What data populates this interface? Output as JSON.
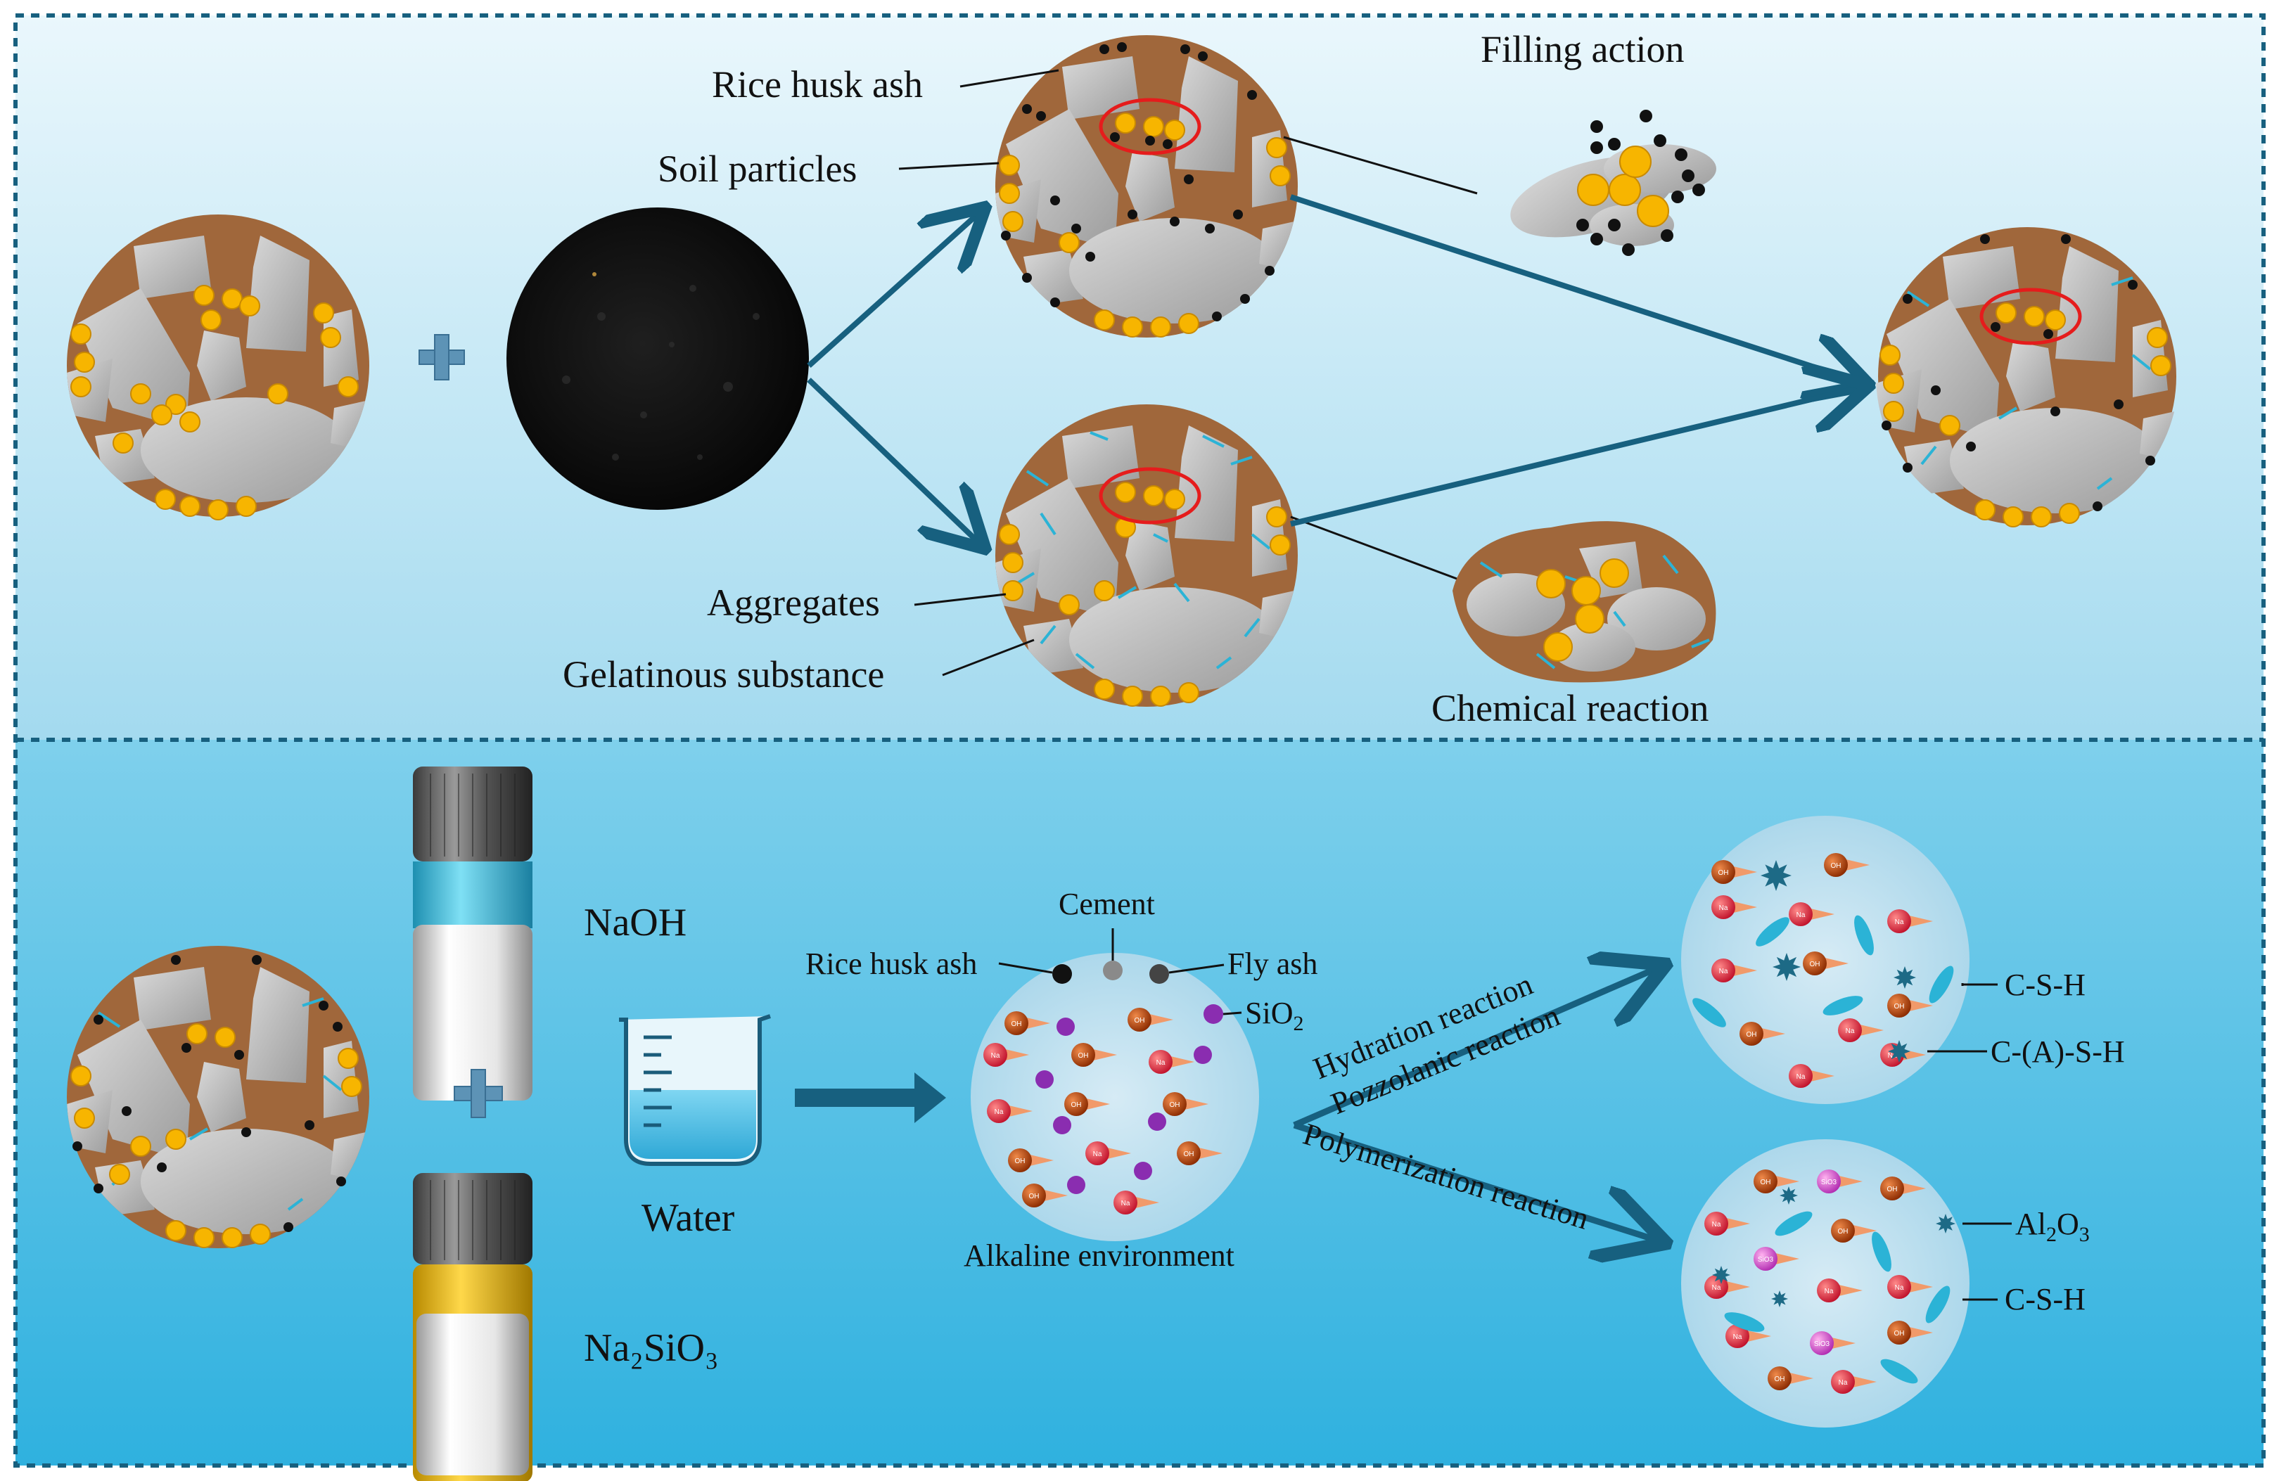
{
  "top_panel": {
    "labels": {
      "rice_husk_ash": "Rice husk ash",
      "soil_particles": "Soil particles",
      "filling_action": "Filling action",
      "aggregates": "Aggregates",
      "gelatinous_substance": "Gelatinous substance",
      "chemical_reaction": "Chemical reaction"
    }
  },
  "bottom_panel": {
    "labels": {
      "naoh": "NaOH",
      "na2sio3": "Na₂SiO₃",
      "water": "Water",
      "cement": "Cement",
      "rice_husk_ash": "Rice husk ash",
      "fly_ash": "Fly ash",
      "sio2": "SiO",
      "sio2_sub": "2",
      "alkaline_environment": "Alkaline environment",
      "hydration_reaction": "Hydration reaction",
      "pozzolanic_reaction": "Pozzolanic reaction",
      "polymerization_reaction": "Polymerization reaction",
      "csh_1": "C-S-H",
      "casH": "C-(A)-S-H",
      "al2o3": "Al",
      "al2o3_sub": "2",
      "al2o3_tail": "O",
      "al2o3_sub2": "3",
      "csh_2": "C-S-H"
    },
    "ion_labels": {
      "oh": "OH",
      "na": "Na",
      "sio3": "SiO3"
    }
  },
  "colors": {
    "soil_brown": "#a0673b",
    "stone_gray": "#b9b9b9",
    "ash_yellow": "#f7b500",
    "arrow_teal": "#17607f",
    "top_bg_top": "#e9f6fb",
    "top_bg_bottom": "#9fd8ee",
    "bottom_bg": "#5cc3e6",
    "gel_cyan": "#2bb3d6"
  }
}
